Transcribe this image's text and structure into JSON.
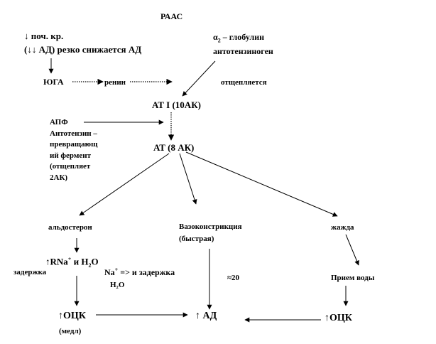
{
  "diagram": {
    "title": "РААС",
    "top_left": {
      "line1_arrow": "↓",
      "line1_text": "поч. кр.",
      "line2": "(↓↓ АД) резко снижается АД"
    },
    "top_right": {
      "alpha_prefix": "α",
      "alpha_sub": "2",
      "alpha_rest": " – глобулин",
      "line2": "антотензиноген"
    },
    "yuga": "ЮГА",
    "renin": "ренин",
    "otshchep_top": "отщепляется",
    "at1": "АТ I (10АК)",
    "apf": {
      "lines": [
        "АПФ",
        "Антотензин –",
        "превращающ",
        "ий фермент",
        "(отщепляет",
        "2АК)"
      ]
    },
    "at2": "АТ (8 АК)",
    "aldosteron": "альдостерон",
    "vaso": {
      "line1": "Вазоконстрикция",
      "line2": "(быстрая)"
    },
    "zhazhda": "жажда",
    "rna": {
      "prefix": "↑RNa",
      "sup": "+",
      "mid": " и H",
      "sub": "2",
      "end": "O"
    },
    "zaderzhka": "задержка",
    "na_retention": {
      "prefix": "Na",
      "sup": "+",
      "rest": " => и задержка"
    },
    "h2o": "H₂O",
    "approx20": "≈20",
    "priem_vody": "Прием воды",
    "ock_left": "↑ОЦК",
    "ock_left_note": "(медл)",
    "ad_center": "↑ АД",
    "ock_right": "↑ОЦК"
  }
}
